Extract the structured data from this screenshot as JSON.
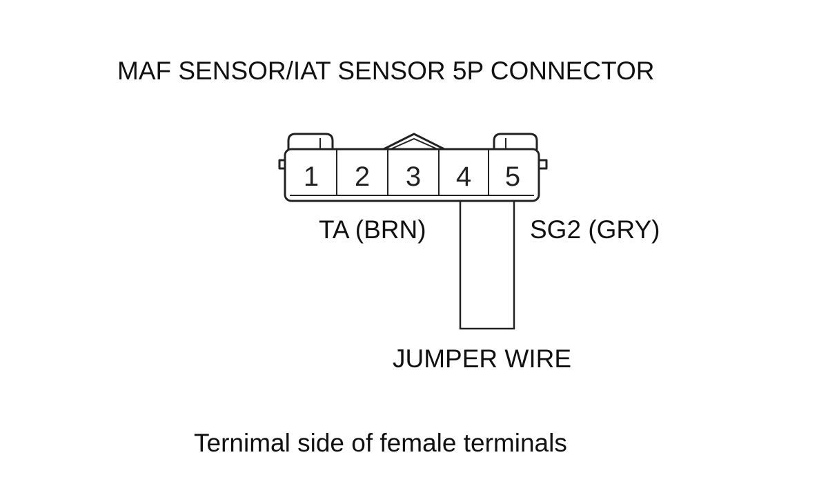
{
  "title": "MAF SENSOR/IAT SENSOR 5P CONNECTOR",
  "connector": {
    "pins": [
      "1",
      "2",
      "3",
      "4",
      "5"
    ]
  },
  "labels": {
    "pin4": "TA (BRN)",
    "pin5": "SG2 (GRY)",
    "jumper": "JUMPER WIRE"
  },
  "caption": "Ternimal side of female terminals"
}
